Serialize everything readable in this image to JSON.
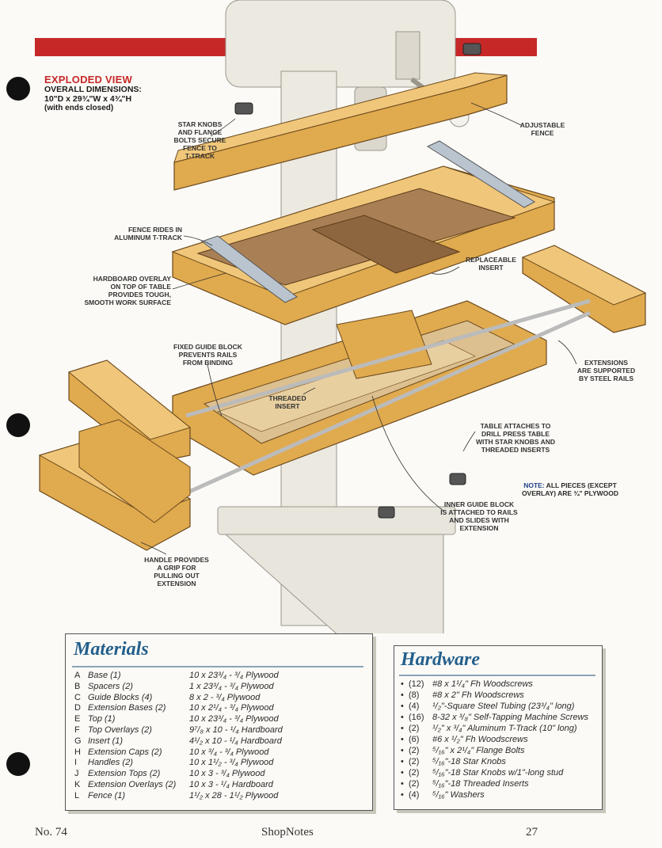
{
  "header": {
    "title": "EXPLODED VIEW",
    "dims_label": "OVERALL DIMENSIONS:",
    "dims_value": "10\"D x 29¾\"W x 4¾\"H",
    "dims_note": "(with ends closed)"
  },
  "callouts": {
    "star_knobs": "STAR KNOBS\nAND FLANGE\nBOLTS SECURE\nFENCE TO\nT-TRACK",
    "adjustable_fence": "ADJUSTABLE\nFENCE",
    "fence_rides": "FENCE RIDES IN\nALUMINUM T-TRACK",
    "hardboard_overlay": "HARDBOARD OVERLAY\nON TOP OF TABLE\nPROVIDES TOUGH,\nSMOOTH WORK SURFACE",
    "replaceable_insert": "REPLACEABLE\nINSERT",
    "fixed_guide_block": "FIXED GUIDE BLOCK\nPREVENTS RAILS\nFROM BINDING",
    "threaded_insert": "THREADED\nINSERT",
    "extensions_supported": "EXTENSIONS\nARE SUPPORTED\nBY STEEL RAILS",
    "table_attaches": "TABLE ATTACHES TO\nDRILL PRESS TABLE\nWITH STAR KNOBS AND\nTHREADED INSERTS",
    "inner_guide_block": "INNER GUIDE BLOCK\nIS ATTACHED TO RAILS\nAND SLIDES WITH\nEXTENSION",
    "handle_grip": "HANDLE PROVIDES\nA GRIP FOR\nPULLING OUT\nEXTENSION"
  },
  "note": {
    "label": "NOTE:",
    "text": " ALL PIECES (EXCEPT OVERLAY) ARE ¾\" PLYWOOD"
  },
  "materials": {
    "title": "Materials",
    "items": [
      {
        "letter": "A",
        "name": "Base (1)",
        "size": "10 x 23³/₄ - ³/₄ Plywood"
      },
      {
        "letter": "B",
        "name": "Spacers (2)",
        "size": "1 x 23³/₄ - ³/₄ Plywood"
      },
      {
        "letter": "C",
        "name": "Guide Blocks (4)",
        "size": "8 x 2 - ³/₄ Plywood"
      },
      {
        "letter": "D",
        "name": "Extension Bases (2)",
        "size": "10 x 2¹/₄ - ³/₄ Plywood"
      },
      {
        "letter": "E",
        "name": "Top (1)",
        "size": "10 x 23³/₄ - ³/₄ Plywood"
      },
      {
        "letter": "F",
        "name": "Top Overlays (2)",
        "size": "9⁷/₈ x 10 - ¹/₄ Hardboard"
      },
      {
        "letter": "G",
        "name": "Insert (1)",
        "size": "4¹/₂ x 10 - ¹/₄ Hardboard"
      },
      {
        "letter": "H",
        "name": "Extension Caps (2)",
        "size": "10 x ³/₄ - ³/₄ Plywood"
      },
      {
        "letter": "I",
        "name": "Handles (2)",
        "size": "10 x 1¹/₂ - ³/₄ Plywood"
      },
      {
        "letter": "J",
        "name": "Extension Tops (2)",
        "size": "10 x 3 - ³/₄ Plywood"
      },
      {
        "letter": "K",
        "name": "Extension Overlays (2)",
        "size": "10 x 3 - ¹/₄ Hardboard"
      },
      {
        "letter": "L",
        "name": "Fence (1)",
        "size": "1¹/₂ x 28 - 1¹/₂ Plywood"
      }
    ]
  },
  "hardware": {
    "title": "Hardware",
    "items": [
      {
        "qty": "(12)",
        "desc": "#8 x 1¹/₄\" Fh Woodscrews"
      },
      {
        "qty": "(8)",
        "desc": "#8 x 2\" Fh Woodscrews"
      },
      {
        "qty": "(4)",
        "desc": "¹/₂\"-Square Steel Tubing (23³/₄\" long)"
      },
      {
        "qty": "(16)",
        "desc": "8-32 x ³/₈\" Self-Tapping Machine Screws"
      },
      {
        "qty": "(2)",
        "desc": "¹/₂\" x ³/₄\" Aluminum T-Track (10\" long)"
      },
      {
        "qty": "(6)",
        "desc": "#6 x ¹/₂\" Fh Woodscrews"
      },
      {
        "qty": "(2)",
        "desc": "⁵/₁₆\" x 2¹/₄\" Flange Bolts"
      },
      {
        "qty": "(2)",
        "desc": "⁵/₁₆\"-18 Star Knobs"
      },
      {
        "qty": "(2)",
        "desc": "⁵/₁₆\"-18 Star Knobs w/1\"-long stud"
      },
      {
        "qty": "(2)",
        "desc": "⁵/₁₆\"-18 Threaded Inserts"
      },
      {
        "qty": "(4)",
        "desc": "⁵/₁₆\" Washers"
      }
    ]
  },
  "footer": {
    "issue": "No. 74",
    "publication": "ShopNotes",
    "page": "27"
  },
  "colors": {
    "accent_red": "#c62828",
    "title_blue": "#235f8c",
    "wood": "#e0aa4e",
    "hardboard": "#a98055"
  }
}
